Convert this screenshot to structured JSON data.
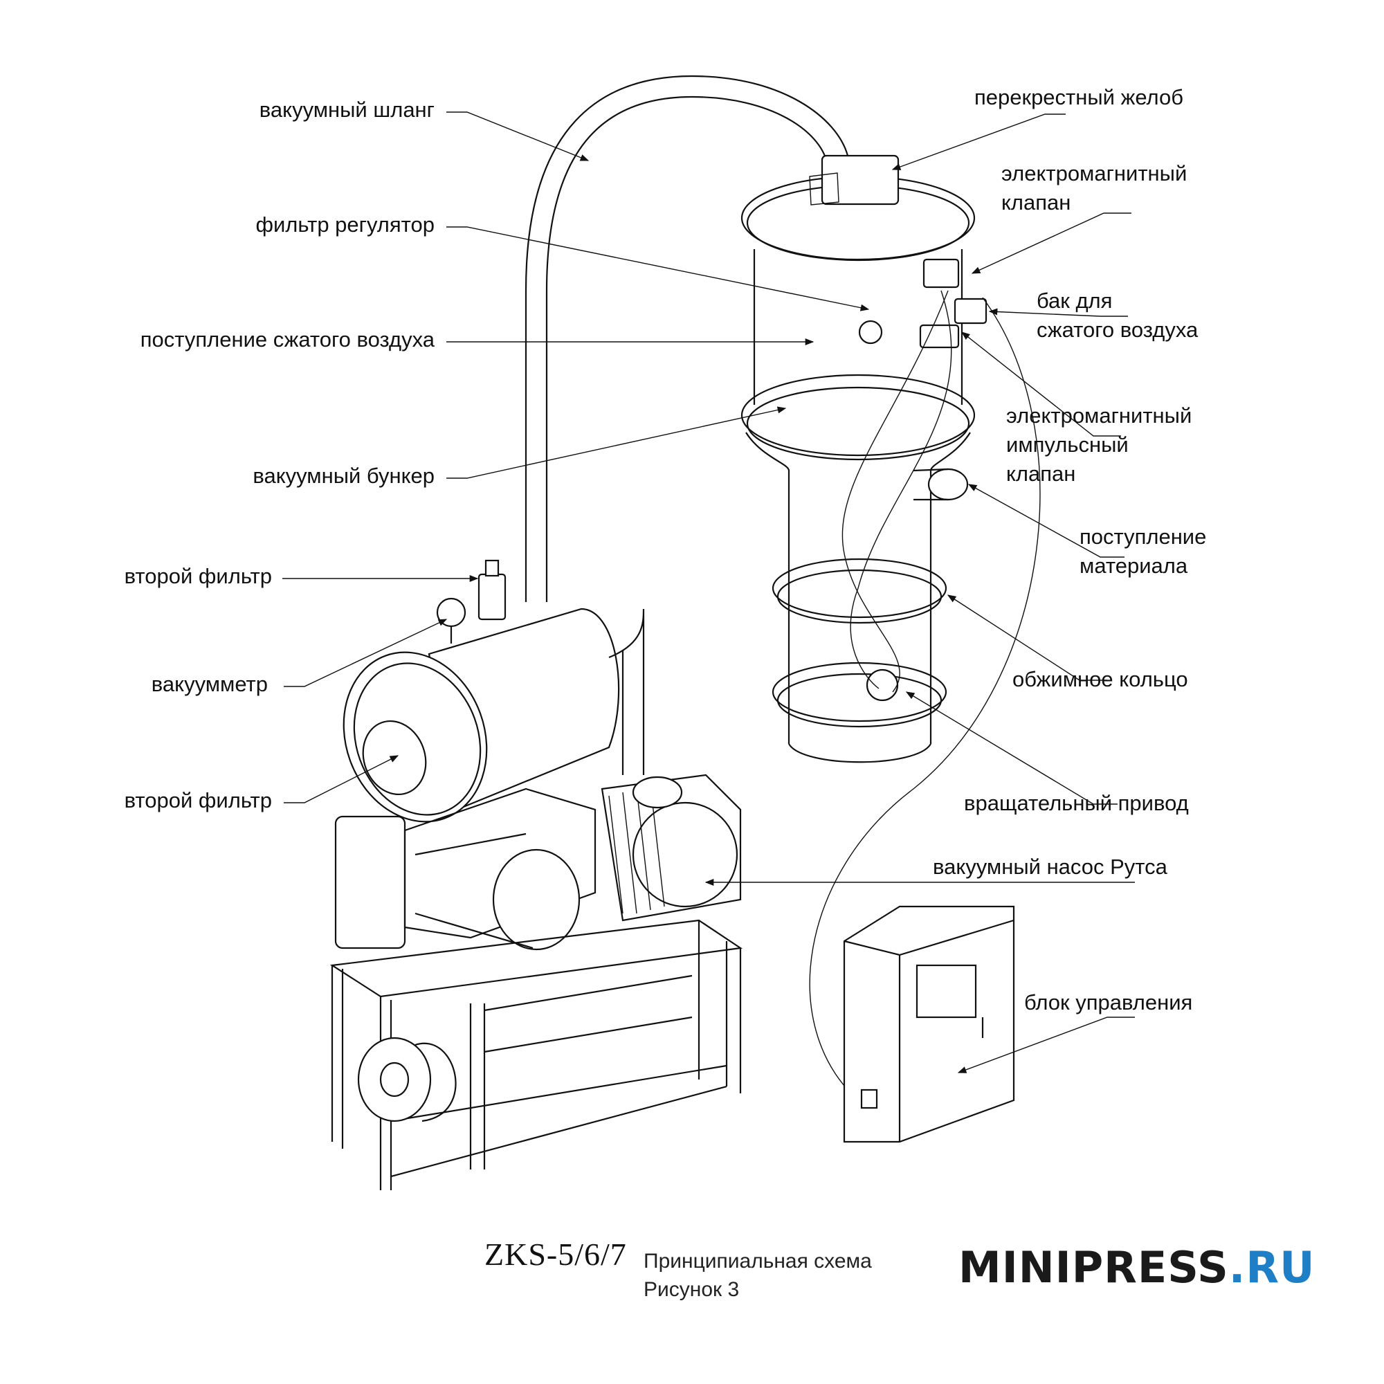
{
  "labels": {
    "vacuum_hose": "вакуумный шланг",
    "filter_regulator": "фильтр регулятор",
    "compressed_air_inlet": "поступление сжатого воздуха",
    "vacuum_hopper": "вакуумный бункер",
    "second_filter_top": "второй фильтр",
    "vacuum_gauge": "вакуумметр",
    "second_filter_bottom": "второй фильтр",
    "cross_chute": "перекрестный желоб",
    "solenoid_valve": "электромагнитный\nклапан",
    "air_tank": "бак для\nсжатого воздуха",
    "pulse_valve": "электромагнитный\nимпульсный\nклапан",
    "material_inlet": "поступление\nматериала",
    "clamp_ring": "обжимное кольцо",
    "rotary_drive": "вращательный привод",
    "roots_pump": "вакуумный насос Рутса",
    "control_unit": "блок управления"
  },
  "footer": {
    "model": "ZKS-5/6/7",
    "caption_line1": "Принципиальная схема",
    "caption_line2": "Рисунок 3"
  },
  "logo": {
    "main": "MINIPRESS",
    "suffix": ".RU",
    "main_color": "#1a1a1a",
    "suffix_color": "#1f7fc6"
  }
}
